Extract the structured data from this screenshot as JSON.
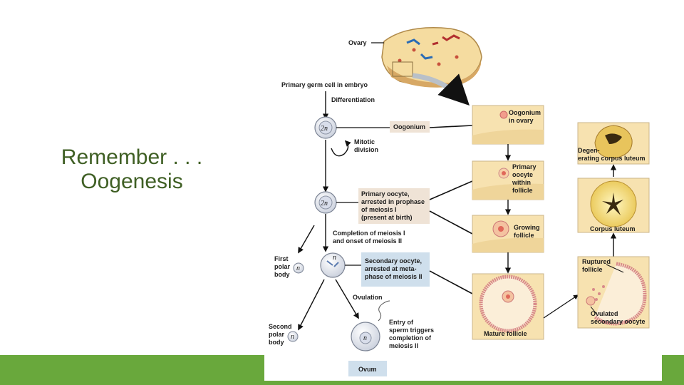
{
  "slide": {
    "title_line1": "Remember . . .",
    "title_line2": "Oogenesis"
  },
  "diagram": {
    "ovary": "Ovary",
    "primary_germ_cell": "Primary germ cell in embryo",
    "differentiation": "Differentiation",
    "ploidy_2n": "2n",
    "ploidy_n": "n",
    "oogonium": "Oogonium",
    "mitotic_line1": "Mitotic",
    "mitotic_line2": "division",
    "primary_oocyte_lines": [
      "Primary oocyte,",
      "arrested in prophase",
      "of meiosis I",
      "(present at birth)"
    ],
    "completion_line1": "Completion of meiosis I",
    "completion_line2": "and onset of meiosis II",
    "first_polar_lines": [
      "First",
      "polar",
      "body"
    ],
    "secondary_oocyte_lines": [
      "Secondary oocyte,",
      "arrested at meta-",
      "phase of meiosis II"
    ],
    "ovulation": "Ovulation",
    "second_polar_lines": [
      "Second",
      "polar",
      "body"
    ],
    "sperm_entry_lines": [
      "Entry of",
      "sperm triggers",
      "completion of",
      "meiosis II"
    ],
    "ovum": "Ovum",
    "oogonium_in_ovary_lines": [
      "Oogonium",
      "in ovary"
    ],
    "primary_oocyte_follicle_lines": [
      "Primary",
      "oocyte",
      "within",
      "follicle"
    ],
    "growing_follicle_lines": [
      "Growing",
      "follicle"
    ],
    "mature_follicle": "Mature follicle",
    "ruptured_follicle_lines": [
      "Ruptured",
      "follicle"
    ],
    "ovulated_secondary_lines": [
      "Ovulated",
      "secondary oocyte"
    ],
    "corpus_luteum": "Corpus luteum",
    "degenerating_cl_lines": [
      "Degen-",
      "erating corpus luteum"
    ]
  },
  "colors": {
    "title_text": "#3f5f24",
    "accent_bar": "#69a83c",
    "tissue_fill": "#f7e2b0",
    "cell_fill": "#e5e8f0",
    "label_tan": "#efe3d6",
    "label_blue": "#cfdfec"
  }
}
